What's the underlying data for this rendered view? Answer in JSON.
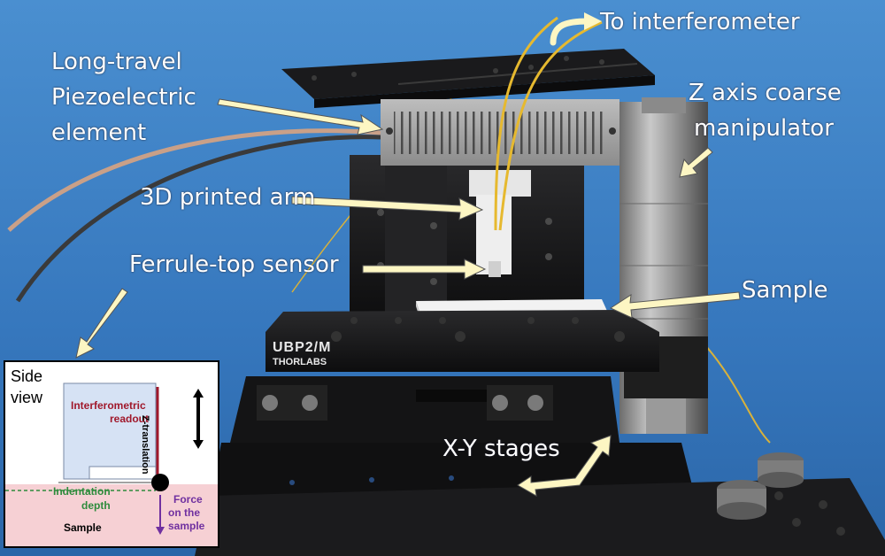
{
  "labels": {
    "interferometer": "To interferometer",
    "piezo_line1": "Long-travel",
    "piezo_line2": "Piezoelectric",
    "piezo_line3": "element",
    "z_axis_line1": "Z axis coarse",
    "z_axis_line2": "manipulator",
    "arm": "3D printed arm",
    "sensor": "Ferrule-top sensor",
    "sample": "Sample",
    "stages": "X-Y stages"
  },
  "stage_marking": {
    "model": "UBP2/M",
    "brand": "THORLABS"
  },
  "inset": {
    "title_line1": "Side",
    "title_line2": "view",
    "readout_line1": "Interferometric",
    "readout_line2": "readout",
    "z_translation": "Z-translation",
    "indentation_line1": "Indentation",
    "indentation_line2": "depth",
    "force_line1": "Force",
    "force_line2": "on the",
    "force_line3": "sample",
    "sample": "Sample"
  },
  "colors": {
    "background_blue": "#3a7fc2",
    "label_text": "#ffffff",
    "arrow_fill": "#fdf6c3",
    "fiber_yellow": "#e6b92f",
    "readout_red": "#a0182b",
    "indentation_green": "#2e8b3c",
    "force_purple": "#7030a0",
    "sample_pink": "#f6d0d4",
    "sensor_blue": "#d6e2f4"
  }
}
